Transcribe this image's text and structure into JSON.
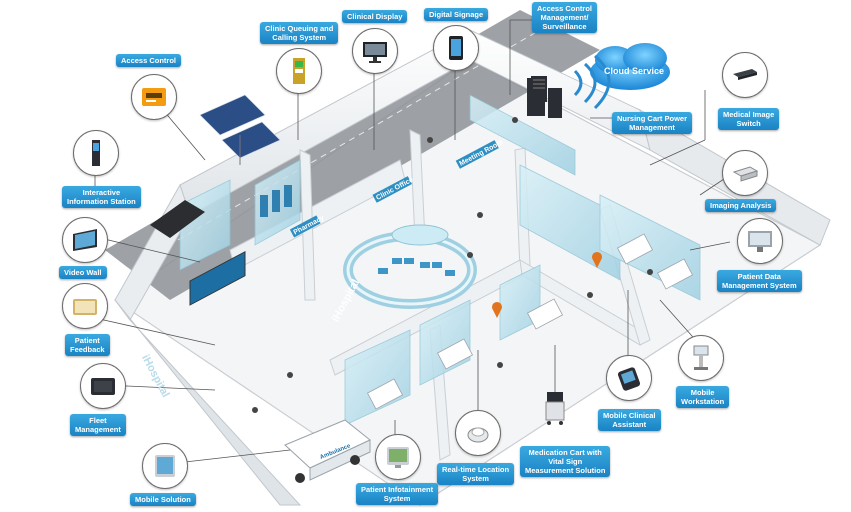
{
  "labels": {
    "access_control": "Access Control",
    "clinic_queuing": [
      "Clinic Queuing and",
      "Calling System"
    ],
    "clinical_display": "Clinical Display",
    "digital_signage": "Digital Signage",
    "access_surveillance": [
      "Access Control",
      "Management/",
      "Surveillance"
    ],
    "cloud_service": "Cloud Service",
    "nursing_cart": [
      "Nursing Cart Power",
      "Management"
    ],
    "medical_image_switch": [
      "Medical Image",
      "Switch"
    ],
    "imaging_analysis": "Imaging Analysis",
    "interactive_station": [
      "Interactive",
      "Information Station"
    ],
    "video_wall": "Video Wall",
    "patient_data": [
      "Patient Data",
      "Management System"
    ],
    "patient_feedback": [
      "Patient",
      "Feedback"
    ],
    "fleet_management": [
      "Fleet",
      "Management"
    ],
    "mobile_workstation": [
      "Mobile",
      "Workstation"
    ],
    "mobile_clinical": [
      "Mobile Clinical",
      "Assistant"
    ],
    "mobile_solution": "Mobile Solution",
    "patient_infotainment": [
      "Patient Infotainment",
      "System"
    ],
    "realtime_location": [
      "Real-time Location",
      "System"
    ],
    "medication_cart": [
      "Medication Cart with",
      "Vital Sign",
      "Measurement Solution"
    ]
  },
  "scene_text": {
    "pharmacy": "Pharmacy",
    "clinic_office": "Clinic Office",
    "meeting_room": "Meeting Room",
    "ihospital_1": "iHospital",
    "ihospital_2": "iHospital",
    "ambulance": "Ambulance"
  },
  "colors": {
    "label_blue": "#1e88c8",
    "wall": "#eef1f3",
    "floor": "#f7f8f9",
    "glass": "#bfe3ef",
    "teal": "#2a8fa6",
    "dark": "#3a3d42"
  },
  "icons": [
    "access-card-reader-icon",
    "queue-kiosk-icon",
    "monitor-icon",
    "tablet-signage-icon",
    "server-rack-icon",
    "cloud-icon",
    "switch-icon",
    "scanner-icon",
    "kiosk-icon",
    "video-wall-icon",
    "monitor-icon",
    "tablet-icon",
    "fleet-tablet-icon",
    "mobile-workstation-icon",
    "handheld-icon",
    "mobile-tablet-icon",
    "bedside-terminal-icon",
    "location-tag-icon",
    "medication-cart-icon"
  ]
}
